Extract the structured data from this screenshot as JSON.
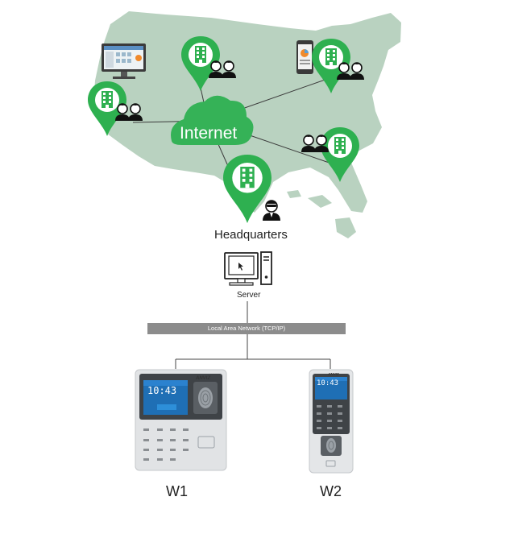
{
  "cloud": {
    "label": "Internet"
  },
  "headquarters": {
    "label": "Headquarters"
  },
  "server": {
    "label": "Server"
  },
  "network": {
    "label": "Local Area Network (TCP/IP)"
  },
  "devices": [
    {
      "label": "W1",
      "screen_time": "10:43",
      "brand": "ANVIZ"
    },
    {
      "label": "W2",
      "screen_time": "10:43",
      "brand": "ANVIZ"
    }
  ],
  "colors": {
    "map": "#b9d2c0",
    "pin": "#2eb050",
    "cloud": "#35b257",
    "lines": "#3a3a3a",
    "lan_bar": "#8c8c8c"
  },
  "icons": [
    "building-pin-icon",
    "people-icon",
    "security-guard-icon",
    "desktop-monitor-icon",
    "smartphone-icon",
    "cloud-icon",
    "server-computer-icon",
    "fingerprint-sensor-icon"
  ]
}
